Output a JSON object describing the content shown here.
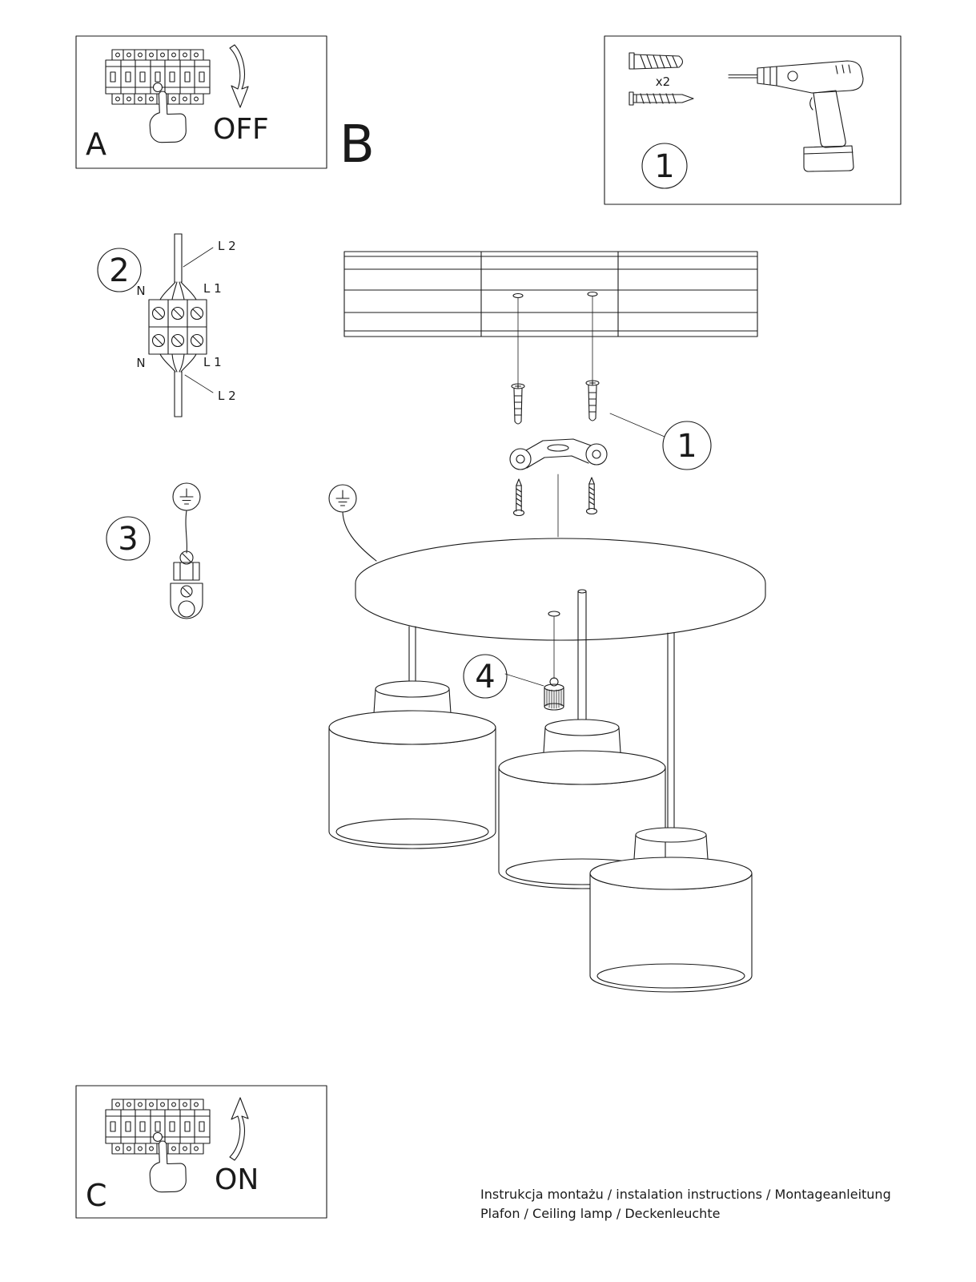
{
  "labels": {
    "panel_a": "A",
    "panel_b": "B",
    "panel_c": "C",
    "off": "OFF",
    "on": "ON"
  },
  "steps": {
    "one": {
      "number": "1",
      "quantity": "x2"
    },
    "two": {
      "number": "2",
      "wires": {
        "top_l2": "L 2",
        "top_n": "N",
        "top_l1": "L 1",
        "bottom_n": "N",
        "bottom_l1": "L 1",
        "bottom_l2": "L 2"
      }
    },
    "three": {
      "number": "3"
    },
    "four": {
      "number": "4"
    },
    "callout_one": {
      "number": "1"
    }
  },
  "footer": {
    "line1": "Instrukcja montażu / instalation instructions / Montageanleitung",
    "line2": "Plafon / Ceiling lamp / Deckenleuchte"
  },
  "colors": {
    "line": "#1a1a1a",
    "paper": "#ffffff"
  }
}
